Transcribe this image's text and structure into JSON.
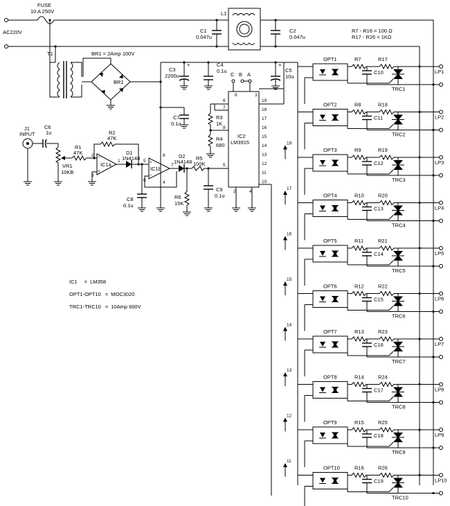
{
  "fuse": {
    "name": "FUSE",
    "rating": "10 A 250V"
  },
  "mains": {
    "label": "AC220V"
  },
  "inductor": {
    "name": "L1"
  },
  "caps_top": [
    {
      "name": "C1",
      "value": "0.047u"
    },
    {
      "name": "C2",
      "value": "0.047u"
    }
  ],
  "resistor_notes": [
    "R7 - R16 = 100 Ω",
    "R17 - R26 = 1KΩ"
  ],
  "transformer": {
    "name": "T1"
  },
  "bridge": {
    "rating": "BR1 = 2Amp 100V",
    "name": "BR1"
  },
  "c3": {
    "name": "C3",
    "value": "2200u",
    "pol": "+"
  },
  "c4": {
    "name": "C4",
    "value": "0.1u"
  },
  "c5": {
    "name": "C5",
    "value": "10u",
    "pol": "+"
  },
  "c7": {
    "name": "C7",
    "value": "0.1u"
  },
  "c8": {
    "name": "C8",
    "value": "0.1u"
  },
  "c9": {
    "name": "C9",
    "value": "0.1u"
  },
  "c6": {
    "name": "C6",
    "value": "1u"
  },
  "switch_labels": [
    "C",
    "B",
    "A"
  ],
  "input": {
    "name": "J1",
    "label": "INPUT"
  },
  "r1": {
    "name": "R1",
    "value": "47K"
  },
  "r2": {
    "name": "R2",
    "value": "47K"
  },
  "r3": {
    "name": "R3",
    "value": "1K"
  },
  "r4": {
    "name": "R4",
    "value": "680"
  },
  "r5": {
    "name": "R5",
    "value": "100K"
  },
  "r6": {
    "name": "R6",
    "value": "15K"
  },
  "vr1": {
    "name": "VR1",
    "value": "10KB"
  },
  "d1": {
    "name": "D1",
    "value": "1N4148"
  },
  "d2": {
    "name": "D2",
    "value": "1N4148"
  },
  "ic1a": {
    "name": "IC1a"
  },
  "ic1b": {
    "name": "IC1b"
  },
  "ic2": {
    "name": "IC2",
    "part": "LM3915"
  },
  "ic1a_pins": [
    "2",
    "3",
    "1"
  ],
  "ic1b_pins": [
    "5",
    "6",
    "7",
    "8",
    "4"
  ],
  "ic2_pins_left": [
    "9",
    "6",
    "7",
    "8",
    "5",
    "2",
    "4"
  ],
  "ic2_pins_right": [
    "3",
    "19",
    "18",
    "17",
    "16",
    "15",
    "14",
    "13",
    "12",
    "11",
    "10"
  ],
  "notes": [
    {
      "name": "IC1",
      "value": "LM358"
    },
    {
      "name": "OPT1-OPT10",
      "value": "MOC3020"
    },
    {
      "name": "TRC1-TRC10",
      "value": "10Amp 600V"
    }
  ],
  "channels": [
    {
      "opt": "OPT1",
      "r": "R7",
      "rt": "R17",
      "c": "C10",
      "trc": "TRC1",
      "lp": "LP1",
      "pin": ""
    },
    {
      "opt": "OPT2",
      "r": "R8",
      "rt": "R18",
      "c": "C11",
      "trc": "TRC2",
      "lp": "LP2",
      "pin": "18"
    },
    {
      "opt": "OPT3",
      "r": "R9",
      "rt": "R19",
      "c": "C12",
      "trc": "TRC3",
      "lp": "LP3",
      "pin": "17"
    },
    {
      "opt": "OPT4",
      "r": "R10",
      "rt": "R20",
      "c": "C13",
      "trc": "TRC4",
      "lp": "LP4",
      "pin": "16"
    },
    {
      "opt": "OPT5",
      "r": "R11",
      "rt": "R21",
      "c": "C14",
      "trc": "TRC5",
      "lp": "LP5",
      "pin": "15"
    },
    {
      "opt": "OPT6",
      "r": "R12",
      "rt": "R22",
      "c": "C15",
      "trc": "TRC6",
      "lp": "LP6",
      "pin": "14"
    },
    {
      "opt": "OPT7",
      "r": "R13",
      "rt": "R23",
      "c": "C16",
      "trc": "TRC7",
      "lp": "LP7",
      "pin": "13"
    },
    {
      "opt": "OPT8",
      "r": "R14",
      "rt": "R24",
      "c": "C17",
      "trc": "TRC8",
      "lp": "LP8",
      "pin": "12"
    },
    {
      "opt": "OPT9",
      "r": "R15",
      "rt": "R25",
      "c": "C18",
      "trc": "TRC9",
      "lp": "LP9",
      "pin": "11"
    },
    {
      "opt": "OPT10",
      "r": "R16",
      "rt": "R26",
      "c": "C19",
      "trc": "TRC10",
      "lp": "LP10",
      "pin": ""
    }
  ]
}
